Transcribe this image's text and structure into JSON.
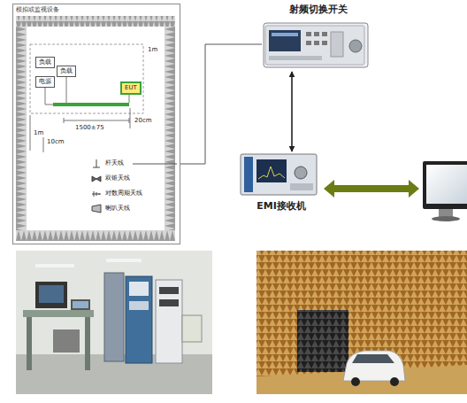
{
  "diagram": {
    "nodes": [
      {
        "text": [
          "模拟或监视设备"
        ]
      },
      {
        "text": [
          "负载"
        ],
        "in": 0
      },
      {
        "text": [
          "电源"
        ],
        "in": 0
      },
      {
        "text": [
          "负载"
        ],
        "in": 0
      },
      {
        "text": [
          "EUT"
        ],
        "in": 0
      },
      {
        "text": [
          "射频切换开关"
        ]
      },
      {
        "text": [
          "EMI接收机"
        ]
      }
    ],
    "edges": [
      {
        "from": 0,
        "to": 5,
        "arrow": "none"
      },
      {
        "from": 5,
        "to": 6,
        "arrow": "both"
      }
    ],
    "labels": [
      "1m",
      "10cm",
      "1500±75",
      "20cm",
      "1m",
      "杆天线",
      "双锥天线",
      "对数周期天线",
      "喇叭天线"
    ]
  }
}
